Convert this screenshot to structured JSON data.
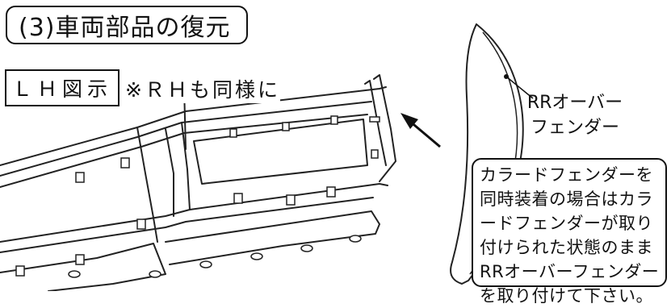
{
  "title": "(3)車両部品の復元",
  "lh_label": "ＬＨ図示",
  "same_note": "※ＲＨも同様に",
  "part_label": {
    "line1": "RRオーバー",
    "line2": "フェンダー"
  },
  "note": {
    "lines": [
      "カラードフェンダーを",
      "同時装着の場合はカラ",
      "ードフェンダーが取り",
      "付けられた状態のまま",
      "RRオーバーフェンダー",
      "を取り付けて下さい。"
    ]
  }
}
